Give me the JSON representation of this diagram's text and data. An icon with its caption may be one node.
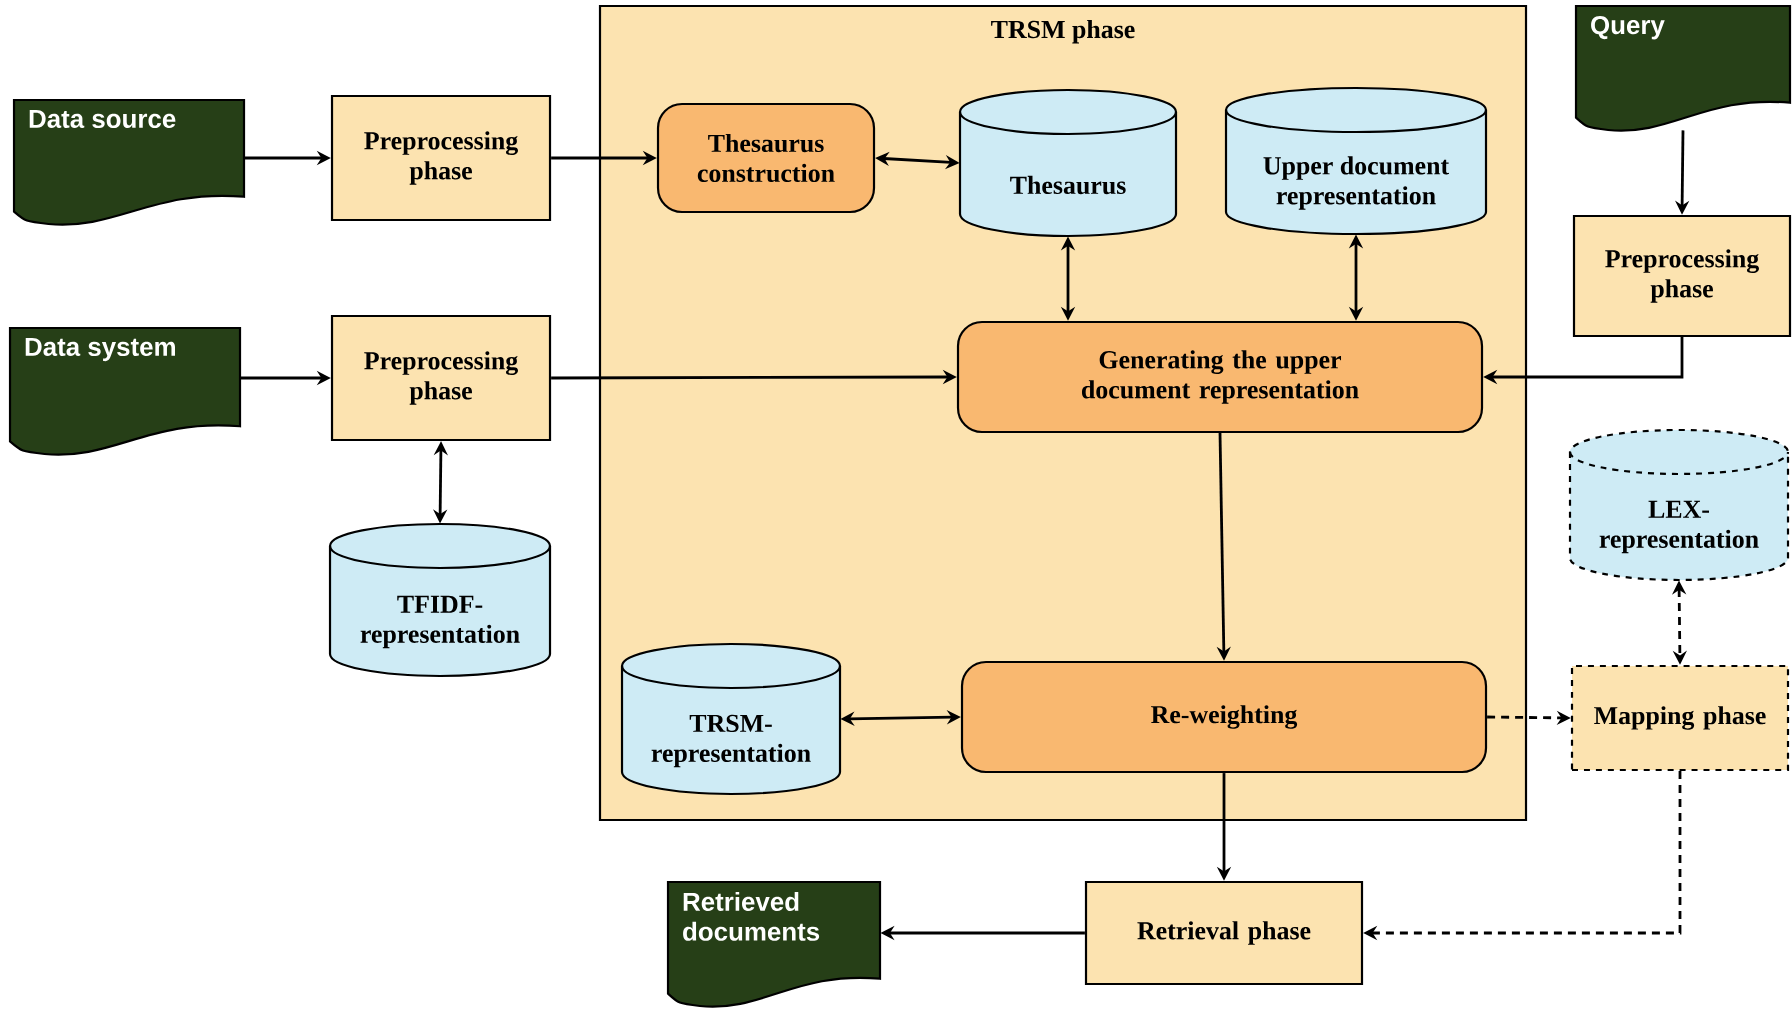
{
  "diagram": {
    "nodes": [
      {
        "text": [
          "TRSM phase"
        ]
      },
      {
        "text": [
          "Data source"
        ]
      },
      {
        "text": [
          "Preprocessing phase"
        ]
      },
      {
        "text": [
          "Thesaurus construction"
        ],
        "in": 0
      },
      {
        "text": [
          "Thesaurus"
        ],
        "in": 0
      },
      {
        "text": [
          "Upper document representation"
        ],
        "in": 0
      },
      {
        "text": [
          "Query"
        ]
      },
      {
        "text": [
          "Preprocessing phase"
        ]
      },
      {
        "text": [
          "Data system"
        ]
      },
      {
        "text": [
          "Preprocessing phase"
        ]
      },
      {
        "text": [
          "Generating the upper document representation"
        ],
        "in": 0
      },
      {
        "text": [
          "TFIDF- representation"
        ]
      },
      {
        "text": [
          "LEX- representation"
        ]
      },
      {
        "text": [
          "TRSM- representation"
        ],
        "in": 0
      },
      {
        "text": [
          "Re-weighting"
        ],
        "in": 0
      },
      {
        "text": [
          "Mapping phase"
        ]
      },
      {
        "text": [
          "Retrieved documents"
        ]
      },
      {
        "text": [
          "Retrieval phase"
        ]
      }
    ],
    "edges": [
      {
        "from": 1,
        "to": 2,
        "arrow": "to"
      },
      {
        "from": 2,
        "to": 3,
        "arrow": "to"
      },
      {
        "from": 3,
        "to": 4,
        "arrow": "both"
      },
      {
        "from": 4,
        "to": 10,
        "arrow": "both"
      },
      {
        "from": 5,
        "to": 10,
        "arrow": "both"
      },
      {
        "from": 6,
        "to": 7,
        "arrow": "to"
      },
      {
        "from": 7,
        "to": 10,
        "arrow": "to"
      },
      {
        "from": 8,
        "to": 9,
        "arrow": "to"
      },
      {
        "from": 9,
        "to": 10,
        "arrow": "to"
      },
      {
        "from": 9,
        "to": 11,
        "arrow": "both"
      },
      {
        "from": 10,
        "to": 14,
        "arrow": "to"
      },
      {
        "from": 13,
        "to": 14,
        "arrow": "both"
      },
      {
        "from": 14,
        "to": 15,
        "arrow": "to",
        "style": "dashed"
      },
      {
        "from": 12,
        "to": 15,
        "arrow": "both",
        "style": "dashed"
      },
      {
        "from": 14,
        "to": 17,
        "arrow": "to"
      },
      {
        "from": 15,
        "to": 17,
        "arrow": "to",
        "style": "dashed"
      },
      {
        "from": 17,
        "to": 16,
        "arrow": "to"
      }
    ]
  }
}
